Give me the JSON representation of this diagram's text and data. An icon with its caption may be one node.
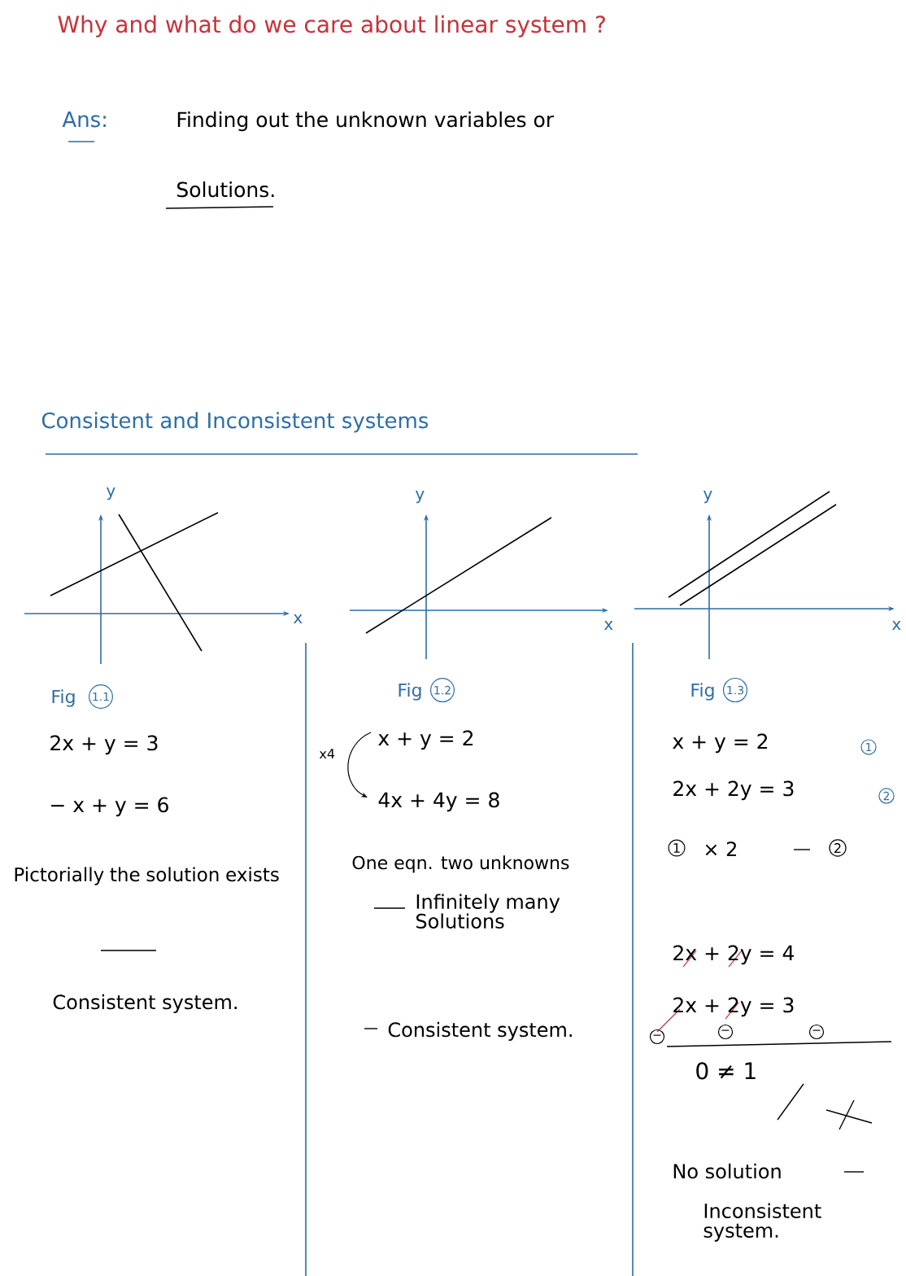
{
  "diagram": {
    "title": "Why and what do we care about linear system ?",
    "labels": [
      "Ans:",
      "Finding out the unknown variables or",
      "Solutions.",
      "Consistent and Inconsistent systems",
      "y",
      "x",
      "y",
      "x",
      "y",
      "x",
      "Fig",
      "1.1",
      "Fig",
      "1.2",
      "Fig",
      "1.3",
      "2x + y = 3",
      "x + y = 2",
      "x + y = 2",
      "1",
      "x4",
      "− x + y = 6",
      "4x + 4y = 8",
      "2x + 2y = 3",
      "2",
      "One eqn. two unknowns",
      "1",
      "× 2",
      "2",
      "Pictorially the solution exists",
      "Infinitely many Solutions",
      "2x + 2y = 4",
      "2x + 2y = 3",
      "−",
      "−",
      "−",
      "Consistent system.",
      "Consistent system.",
      "0 ≠ 1",
      "No solution",
      "Inconsistent system."
    ]
  }
}
